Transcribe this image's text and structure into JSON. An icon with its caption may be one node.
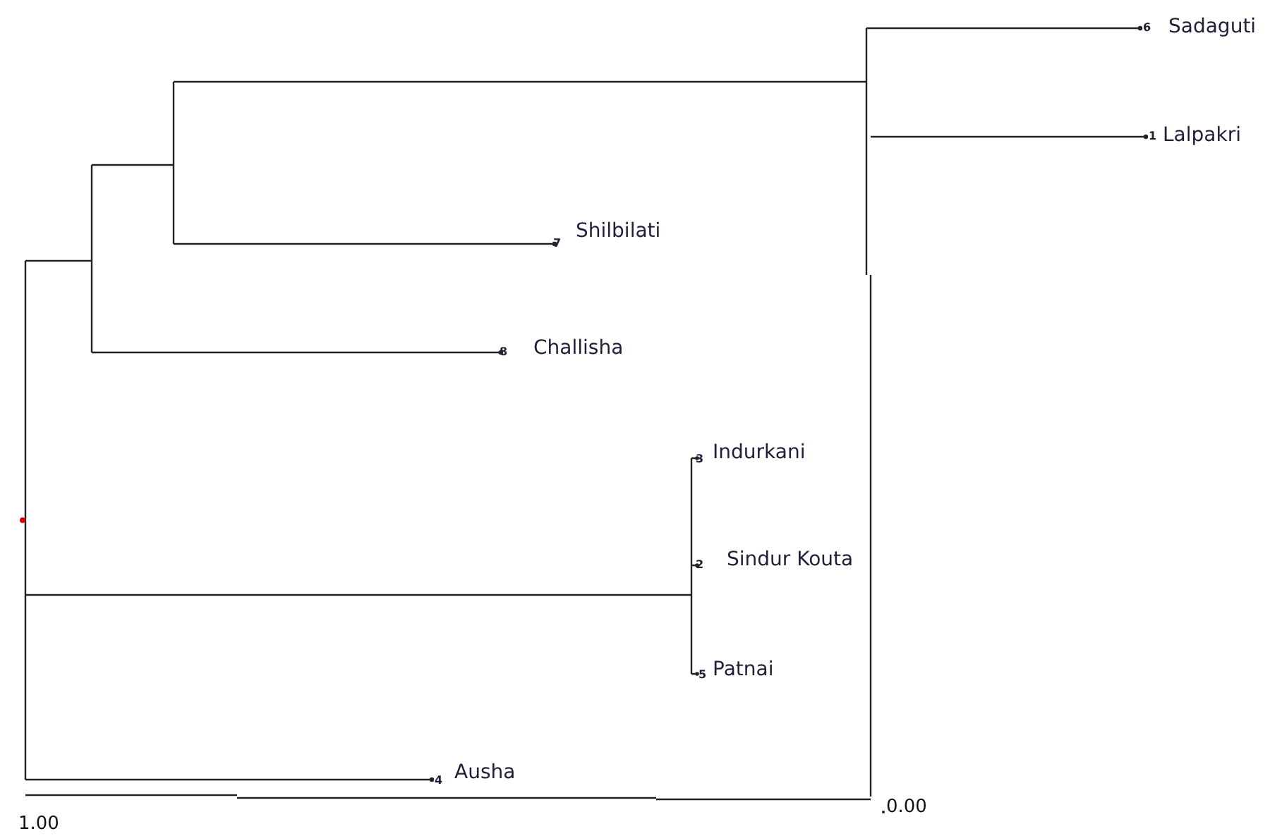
{
  "diagram": {
    "labels": [
      "6",
      "Sadaguti",
      "1",
      "Lalpakri",
      "7",
      "Shilbilati",
      "8",
      "Challisha",
      "3",
      "Indurkani",
      "2",
      "Sindur Kouta",
      "5",
      "Patnai",
      "4",
      "Ausha",
      "1.00",
      "0.00"
    ]
  }
}
